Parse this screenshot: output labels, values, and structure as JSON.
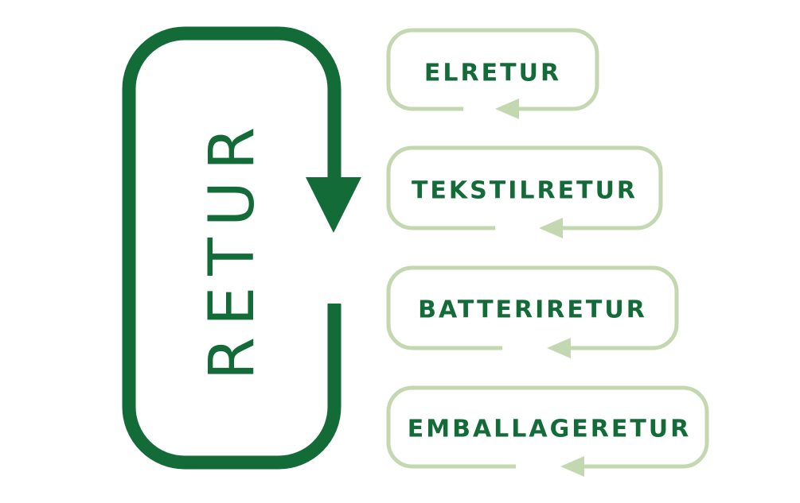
{
  "main": {
    "label": "RETUR"
  },
  "boxes": [
    {
      "label": "ELRETUR"
    },
    {
      "label": "TEKSTILRETUR"
    },
    {
      "label": "BATTERIRETUR"
    },
    {
      "label": "EMBALLAGERETUR"
    }
  ],
  "colors": {
    "dark_green": "#136b38",
    "light_green": "#c3d8b0"
  }
}
